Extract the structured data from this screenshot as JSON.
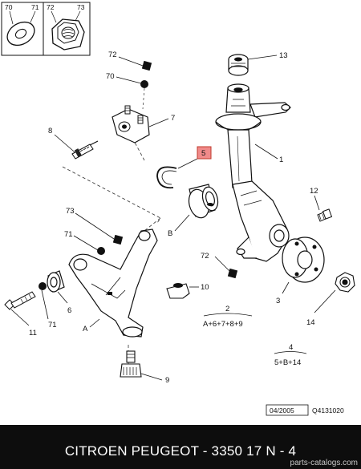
{
  "inset": {
    "box1": {
      "left_num": "70",
      "right_num": "71"
    },
    "box2": {
      "left_num": "72",
      "right_num": "73"
    }
  },
  "callouts": {
    "c72_top": "72",
    "c70": "70",
    "c13": "13",
    "c7": "7",
    "c8": "8",
    "c5": "5",
    "c1": "1",
    "c12": "12",
    "c73": "73",
    "c71_left": "71",
    "cB": "B",
    "c72_mid": "72",
    "c10": "10",
    "c3": "3",
    "c6": "6",
    "c71_bottom": "71",
    "c11": "11",
    "cA": "A",
    "c14": "14",
    "c9": "9"
  },
  "groups": {
    "g2_num": "2",
    "g2_formula": "A+6+7+8+9",
    "g4_num": "4",
    "g4_formula": "5+B+14"
  },
  "info": {
    "date": "04/2005",
    "ref": "Q4131020"
  },
  "highlight_color": "#e8413a",
  "footer": {
    "title": "CITROEN PEUGEOT - 3350 17   N - 4",
    "watermark": "parts-catalogs.com"
  }
}
